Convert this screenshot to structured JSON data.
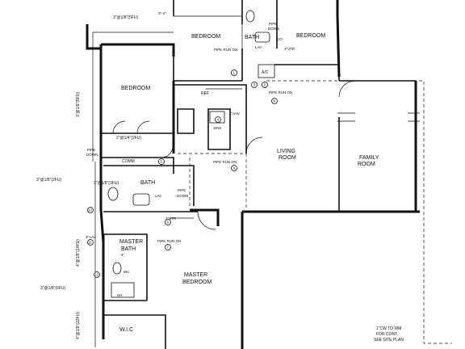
{
  "rooms": {
    "bedroom_top": "BEDROOM",
    "bedroom_top_right": "BEDROOM",
    "bedroom_left": "BEDROOM",
    "bath_top": "BATH",
    "living_room_1": "LIVING",
    "living_room_2": "ROOM",
    "family_room_1": "FAMILY",
    "family_room_2": "ROOM",
    "bath_mid": "BATH",
    "master_bath_1": "MASTER",
    "master_bath_2": "BATH",
    "master_bedroom_1": "MASTER",
    "master_bedroom_2": "BEDROOM",
    "wic": "W.I.C",
    "ac": "A/C",
    "ref": "REF",
    "comm": "COMM"
  },
  "pipe_labels": {
    "top_fu": "3\"@1/8\"(5FU)",
    "top_small": "3\"-4\"",
    "left_vertical_top": "3\"@1/8\"(5FU)",
    "mid_2fu": "2\"@1/4\"(2FU)",
    "left_2fu": "3\"@1/8\"(2FU)",
    "left_3fu": "3\"@1/8\"(3FU)",
    "left_14fu": "4\"@1/8\"(14FU)",
    "left_6fu": "3\"@1/8\"(6FU)",
    "left_22fu": "4\"@1/8\"(22FU)",
    "pipe_down_1": "PIPE",
    "pipe_down_2": "DOWN",
    "pipe_run_on": "PIPE RUN ON",
    "pipe_run_on_2": "PIPE RUN ON",
    "pipe_run_on_3": "PIPE RUN ON",
    "pipe_run_on_4": "PIPE RUN ON",
    "vtr_top": "3\"VTR",
    "vtr_mid": "2\"VTR",
    "aav": "1\"AAV",
    "aav2": "3\"AAV",
    "lav": "LAV",
    "lav2": "LAV",
    "co": "CO",
    "sink": "SINK",
    "wc": "WC",
    "sh": "SH",
    "three_in": "3\"",
    "cw_note_1": "1\"CW TO WM",
    "cw_note_2": "FOR CONT,",
    "cw_note_3": "SEE SITE PLAN"
  },
  "markers": [
    "1",
    "2",
    "3",
    "4",
    "5",
    "6",
    "7",
    "8",
    "9",
    "10",
    "11",
    "12"
  ]
}
